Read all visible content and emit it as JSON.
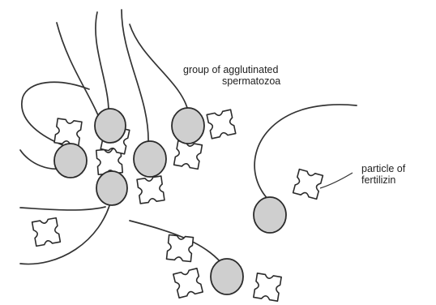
{
  "labels": {
    "group_line1": "group of agglutinated",
    "group_line2": "spermatozoa",
    "particle_line1": "particle of",
    "particle_line2": "fertilizin"
  },
  "colors": {
    "ink": "#2b2b2b",
    "head_fill": "#cfcfcf",
    "background": "#ffffff"
  }
}
